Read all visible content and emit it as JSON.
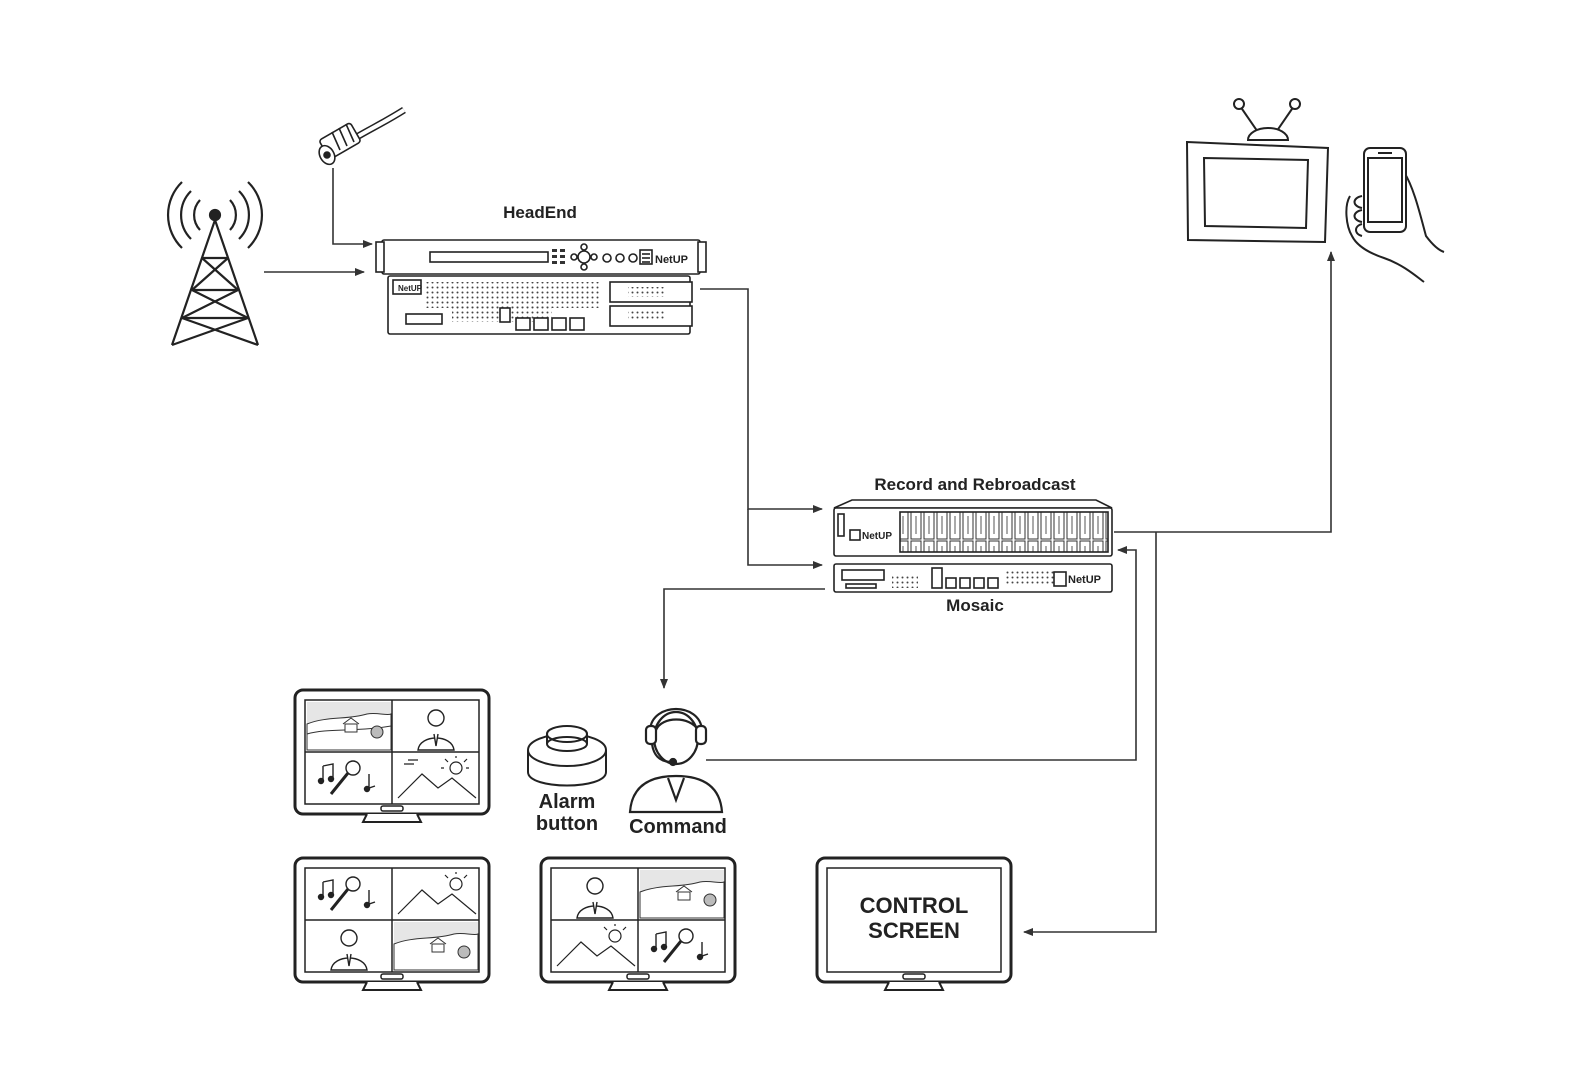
{
  "labels": {
    "headend": "HeadEnd",
    "record": "Record and Rebroadcast",
    "mosaic": "Mosaic",
    "alarm_line1": "Alarm",
    "alarm_line2": "button",
    "command": "Command",
    "control_line1": "CONTROL",
    "control_line2": "SCREEN"
  },
  "brand": "NetUP",
  "colors": {
    "line": "#333333",
    "background": "#ffffff",
    "text": "#222222"
  },
  "icons": [
    "antenna-tower-icon",
    "cable-connector-icon",
    "headend-rack-icon",
    "record-server-icon",
    "mosaic-server-icon",
    "tv-icon",
    "smartphone-icon",
    "monitor-icon",
    "alarm-button-icon",
    "operator-headset-icon",
    "control-screen-icon"
  ]
}
